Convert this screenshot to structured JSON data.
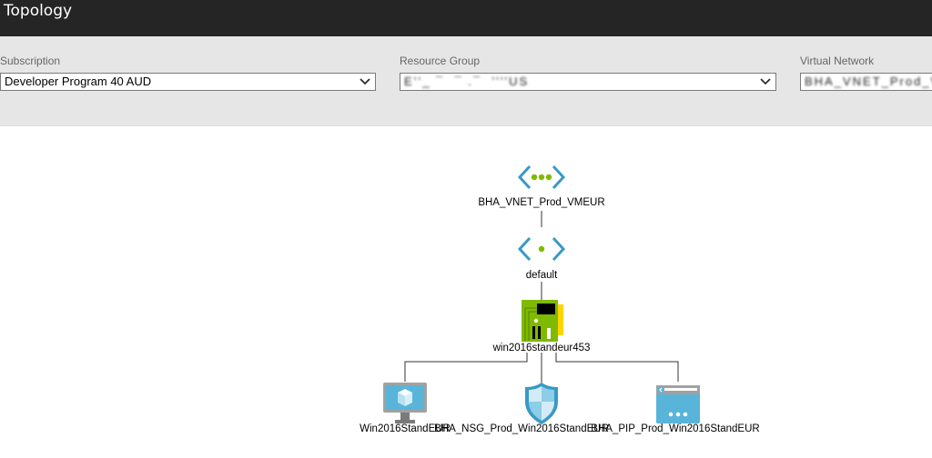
{
  "header": {
    "title": "Topology"
  },
  "filters": {
    "subscription": {
      "label": "Subscription",
      "value": "Developer Program 40 AUD"
    },
    "resource_group": {
      "label": "Resource Group",
      "value": "E’’_ ¯  ¯ .¯  ’’’’US"
    },
    "virtual_network": {
      "label": "Virtual Network",
      "value": "BHA_VNET_Prod_VME"
    }
  },
  "topology": {
    "nodes": [
      {
        "id": "vnet",
        "label": "BHA_VNET_Prod_VMEUR",
        "type": "virtual-network"
      },
      {
        "id": "subnet",
        "label": "default",
        "type": "subnet"
      },
      {
        "id": "nic",
        "label": "win2016standeur453",
        "type": "network-interface"
      },
      {
        "id": "vm",
        "label": "Win2016StandEUR",
        "type": "virtual-machine"
      },
      {
        "id": "nsg",
        "label": "BHA_NSG_Prod_Win2016StandEUR",
        "type": "network-security-group"
      },
      {
        "id": "pip",
        "label": "BHA_PIP_Prod_Win2016StandEUR",
        "type": "public-ip"
      }
    ],
    "edges": [
      {
        "from": "vnet",
        "to": "subnet"
      },
      {
        "from": "subnet",
        "to": "nic"
      },
      {
        "from": "nic",
        "to": "vm"
      },
      {
        "from": "nic",
        "to": "nsg"
      },
      {
        "from": "nic",
        "to": "pip"
      }
    ]
  },
  "colors": {
    "titlebar": "#252525",
    "filter_bg": "#e6e6e6",
    "azure_blue": "#3999c6",
    "nic_green": "#7fba00",
    "accent_yellow": "#ffd400"
  }
}
